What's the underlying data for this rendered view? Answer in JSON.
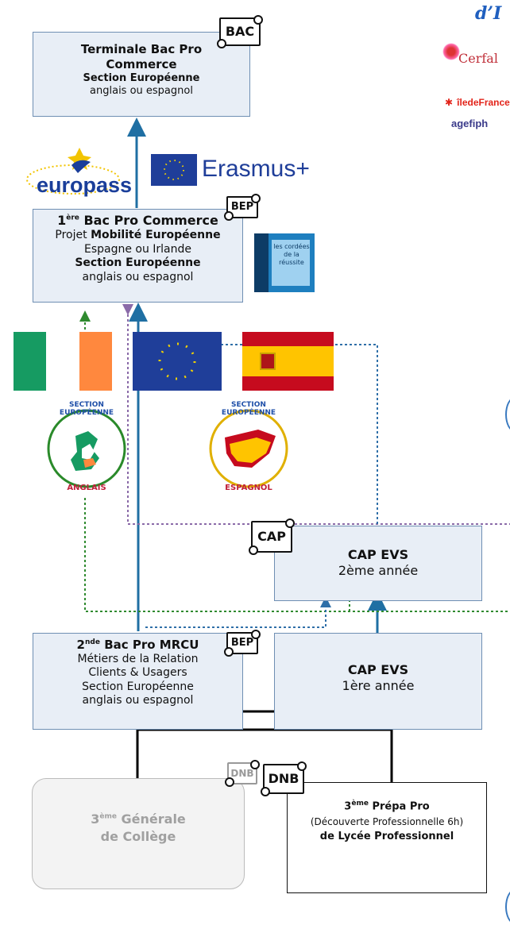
{
  "header": {
    "partial_title": "d’I"
  },
  "partners": {
    "cerfal": "Cerfal",
    "iledefrance": "îledeFrance",
    "agefiph": "agefiph"
  },
  "badges": {
    "bac": "BAC",
    "bep1": "BEP",
    "bep2": "BEP",
    "cap": "CAP",
    "dnb": "DNB",
    "dnb_grey": "DNB"
  },
  "terminale": {
    "title_line1": "Terminale Bac Pro",
    "title_line2": "Commerce",
    "section": "Section Européenne",
    "langs": "anglais ou espagnol"
  },
  "premiere": {
    "sup": "ère",
    "prefix": "1",
    "title": "Bac Pro Commerce",
    "projet_pre": "Projet ",
    "projet_bold": "Mobilité Européenne",
    "dest": "Espagne ou Irlande",
    "section": "Section Européenne",
    "langs": "anglais ou espagnol"
  },
  "logos": {
    "europass": "europass",
    "erasmus": "Erasmus+",
    "cordees": "les cordées de la réussite"
  },
  "sections": {
    "anglais_top": "SECTION EUROPÉENNE",
    "anglais_bottom": "ANGLAIS",
    "espagnol_top": "SECTION EUROPÉENNE",
    "espagnol_bottom": "ESPAGNOL"
  },
  "cap2": {
    "title": "CAP EVS",
    "year": "2ème année"
  },
  "cap1": {
    "title": "CAP EVS",
    "year": "1ère année"
  },
  "seconde": {
    "prefix": "2",
    "sup": "nde",
    "title": "Bac Pro MRCU",
    "line1": "Métiers de la Relation",
    "line2": "Clients & Usagers",
    "line3": "Section Européenne",
    "line4": "anglais ou espagnol"
  },
  "troisieme_gen": {
    "prefix": "3",
    "sup": "ème",
    "line1": "Générale",
    "line2": "de Collège"
  },
  "troisieme_pro": {
    "prefix": "3",
    "sup": "ème",
    "line1": "Prépa Pro",
    "line2": "(Découverte Professionnelle 6h)",
    "line3": "de Lycée Professionnel"
  },
  "colors": {
    "box_fill": "#e8eef6",
    "box_border": "#6f8fb3",
    "arrow_blue": "#1f6fa3",
    "dotted_green": "#2f8a2f",
    "dotted_purple": "#8a6aa8",
    "dotted_blue": "#2f6fa8",
    "title_blue": "#1f5fbf"
  }
}
